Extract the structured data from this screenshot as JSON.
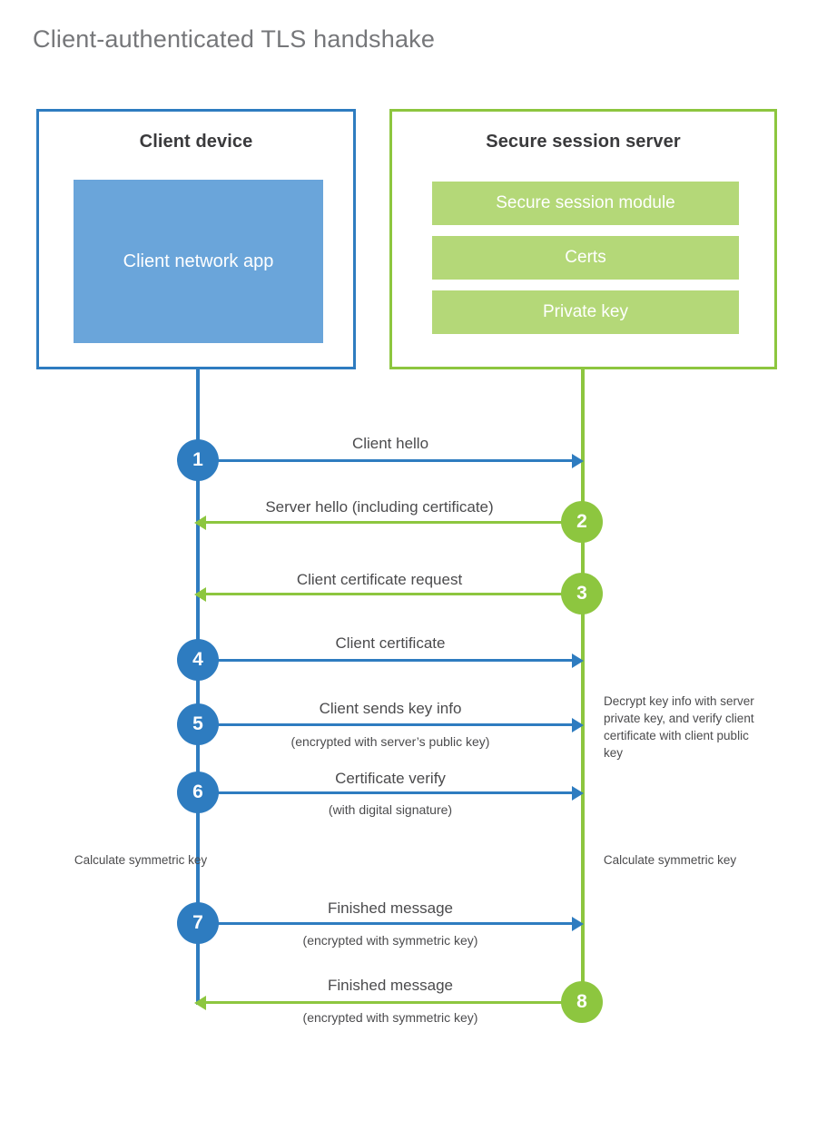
{
  "title": "Client-authenticated TLS handshake",
  "colors": {
    "client_blue": "#2E7CC0",
    "client_app_blue": "#6AA5DA",
    "server_green": "#8DC63F",
    "module_green": "#B4D878",
    "text_gray": "#4b4b4d",
    "title_gray": "#76777a"
  },
  "client": {
    "title": "Client device",
    "app_label": "Client network app"
  },
  "server": {
    "title": "Secure session server",
    "modules": [
      {
        "label": "Secure session module"
      },
      {
        "label": "Certs"
      },
      {
        "label": "Private key"
      }
    ]
  },
  "steps": [
    {
      "number": "1",
      "side": "client",
      "label": "Client hello",
      "sublabel": "",
      "direction": "to-server"
    },
    {
      "number": "2",
      "side": "server",
      "label": "Server hello (including certificate)",
      "sublabel": "",
      "direction": "to-client"
    },
    {
      "number": "3",
      "side": "server",
      "label": "Client certificate request",
      "sublabel": "",
      "direction": "to-client"
    },
    {
      "number": "4",
      "side": "client",
      "label": "Client certificate",
      "sublabel": "",
      "direction": "to-server"
    },
    {
      "number": "5",
      "side": "client",
      "label": "Client sends key info",
      "sublabel": "(encrypted with server’s public key)",
      "direction": "to-server"
    },
    {
      "number": "6",
      "side": "client",
      "label": "Certificate verify",
      "sublabel": "(with digital signature)",
      "direction": "to-server"
    },
    {
      "number": "7",
      "side": "client",
      "label": "Finished message",
      "sublabel": "(encrypted with symmetric key)",
      "direction": "to-server"
    },
    {
      "number": "8",
      "side": "server",
      "label": "Finished message",
      "sublabel": "(encrypted with symmetric key)",
      "direction": "to-client"
    }
  ],
  "notes": {
    "server_decrypt": "Decrypt key info with server private key, and verify client certificate with client public key",
    "client_calculate": "Calculate symmetric key",
    "server_calculate": "Calculate symmetric key"
  },
  "chart_data": {
    "type": "diagram",
    "diagram_type": "sequence",
    "title": "Client-authenticated TLS handshake",
    "actors": [
      "Client device",
      "Secure session server"
    ],
    "messages": [
      {
        "step": 1,
        "from": "Client device",
        "to": "Secure session server",
        "text": "Client hello"
      },
      {
        "step": 2,
        "from": "Secure session server",
        "to": "Client device",
        "text": "Server hello (including certificate)"
      },
      {
        "step": 3,
        "from": "Secure session server",
        "to": "Client device",
        "text": "Client certificate request"
      },
      {
        "step": 4,
        "from": "Client device",
        "to": "Secure session server",
        "text": "Client certificate"
      },
      {
        "step": 5,
        "from": "Client device",
        "to": "Secure session server",
        "text": "Client sends key info",
        "note": "(encrypted with server’s public key)"
      },
      {
        "step": 6,
        "from": "Client device",
        "to": "Secure session server",
        "text": "Certificate verify",
        "note": "(with digital signature)"
      },
      {
        "step": 7,
        "from": "Client device",
        "to": "Secure session server",
        "text": "Finished message",
        "note": "(encrypted with symmetric key)"
      },
      {
        "step": 8,
        "from": "Secure session server",
        "to": "Client device",
        "text": "Finished message",
        "note": "(encrypted with symmetric key)"
      }
    ]
  }
}
